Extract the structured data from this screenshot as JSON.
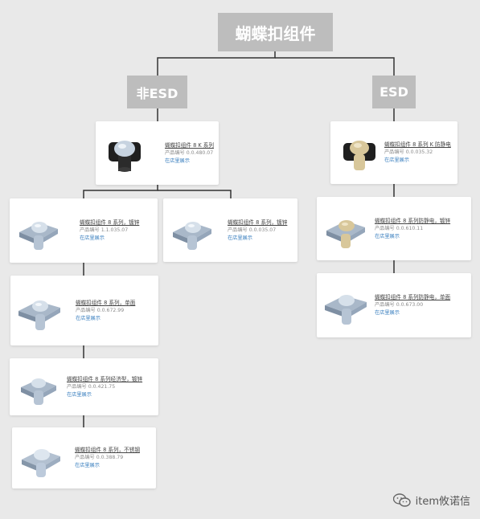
{
  "root": {
    "title": "蝴蝶扣组件"
  },
  "branches": [
    {
      "label": "非ESD"
    },
    {
      "label": "ESD"
    }
  ],
  "cards": [
    {
      "title": "蝴蝶扣组件 8 K 系列",
      "number": "产品编号 0.0.480.07",
      "link": "在店里展示",
      "icon": "black-clip-icon"
    },
    {
      "title": "蝴蝶扣组件 8 系列，镀锌",
      "number": "产品编号 1.1.035.07",
      "link": "在店里展示",
      "icon": "steel-clip-icon"
    },
    {
      "title": "蝴蝶扣组件 8 系列，镀锌",
      "number": "产品编号 0.0.035.07",
      "link": "在店里展示",
      "icon": "steel-clip-icon"
    },
    {
      "title": "蝴蝶扣组件 8 系列，单面",
      "number": "产品编号 0.0.672.99",
      "link": "在店里展示",
      "icon": "steel-clip-icon"
    },
    {
      "title": "蝴蝶扣组件 8 系列经济型，镀锌",
      "number": "产品编号 0.0.421.75",
      "link": "在店里展示",
      "icon": "steel-clip-icon"
    },
    {
      "title": "蝴蝶扣组件 8 系列，不锈钢",
      "number": "产品编号 0.0.388.79",
      "link": "在店里展示",
      "icon": "steel-clip-icon"
    },
    {
      "title": "蝴蝶扣组件 8 系列 K 防静电",
      "number": "产品编号 0.0.035.32",
      "link": "在店里展示",
      "icon": "black-beige-clip-icon"
    },
    {
      "title": "蝴蝶扣组件 8 系列防静电，镀锌",
      "number": "产品编号 0.0.610.11",
      "link": "在店里展示",
      "icon": "beige-clip-icon"
    },
    {
      "title": "蝴蝶扣组件 8 系列防静电，单面",
      "number": "产品编号 0.0.673.00",
      "link": "在店里展示",
      "icon": "steel-clip-icon"
    }
  ],
  "watermark": {
    "text": "item攸诺信",
    "icon": "wechat-icon"
  },
  "colors": {
    "header_bg": "#bdbdbd",
    "link": "#3a7fbf",
    "line": "#333333",
    "steel": "#b9c6d6",
    "dark": "#222222",
    "beige": "#d8c79a"
  }
}
